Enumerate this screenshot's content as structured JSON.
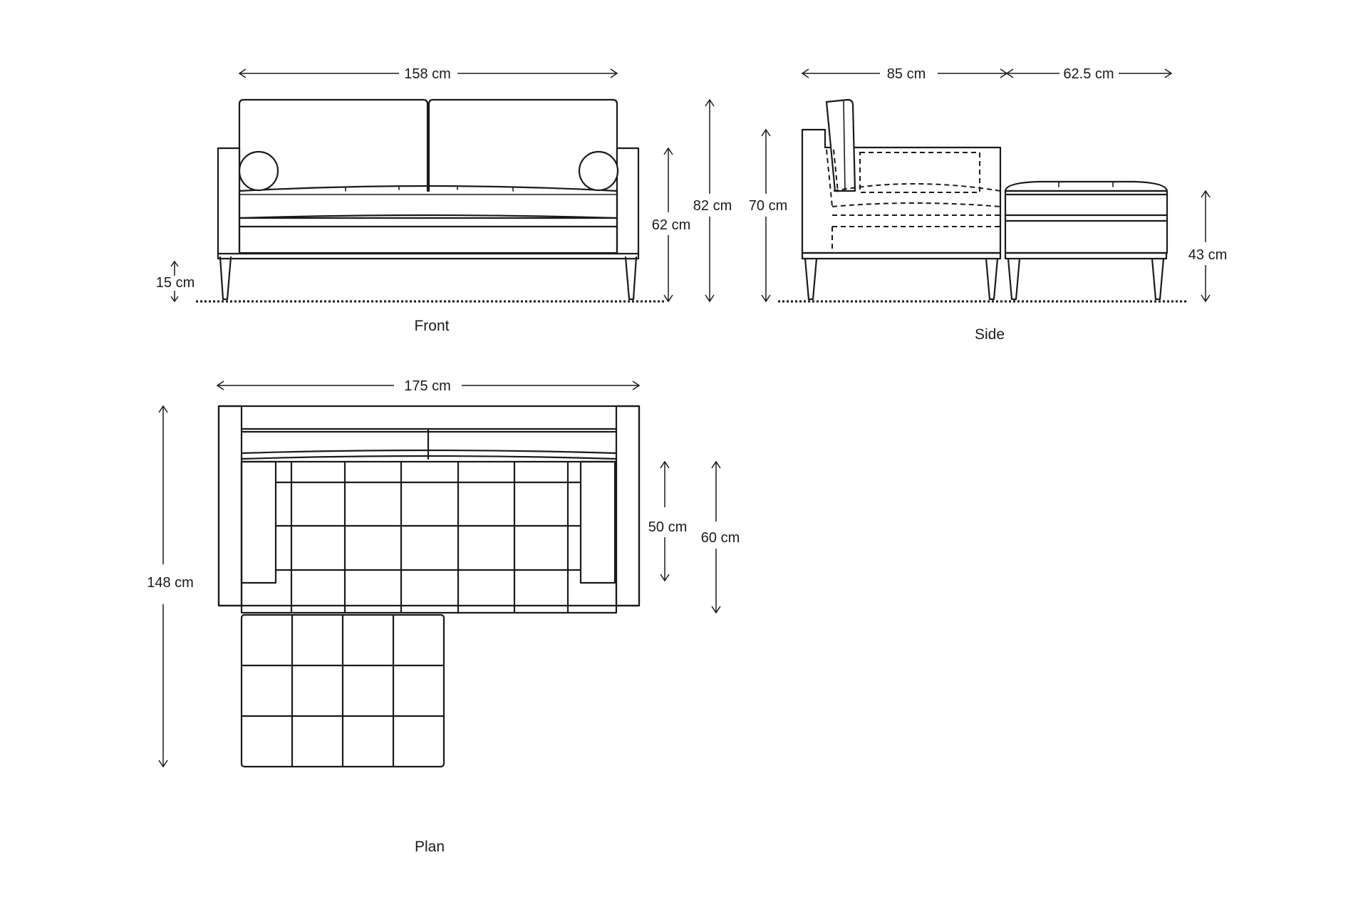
{
  "views": {
    "front": {
      "caption": "Front",
      "width_label": "158 cm",
      "overall_height_label": "82 cm",
      "arm_height_label": "62 cm",
      "leg_height_label": "15 cm"
    },
    "side": {
      "caption": "Side",
      "depth_label": "85 cm",
      "footstool_depth_label": "62.5 cm",
      "height_label": "70 cm",
      "footstool_height_label": "43 cm"
    },
    "plan": {
      "caption": "Plan",
      "width_label": "175 cm",
      "total_depth_label": "148 cm",
      "seat_depth_label": "50 cm",
      "seat_depth_outer_label": "60 cm"
    }
  }
}
